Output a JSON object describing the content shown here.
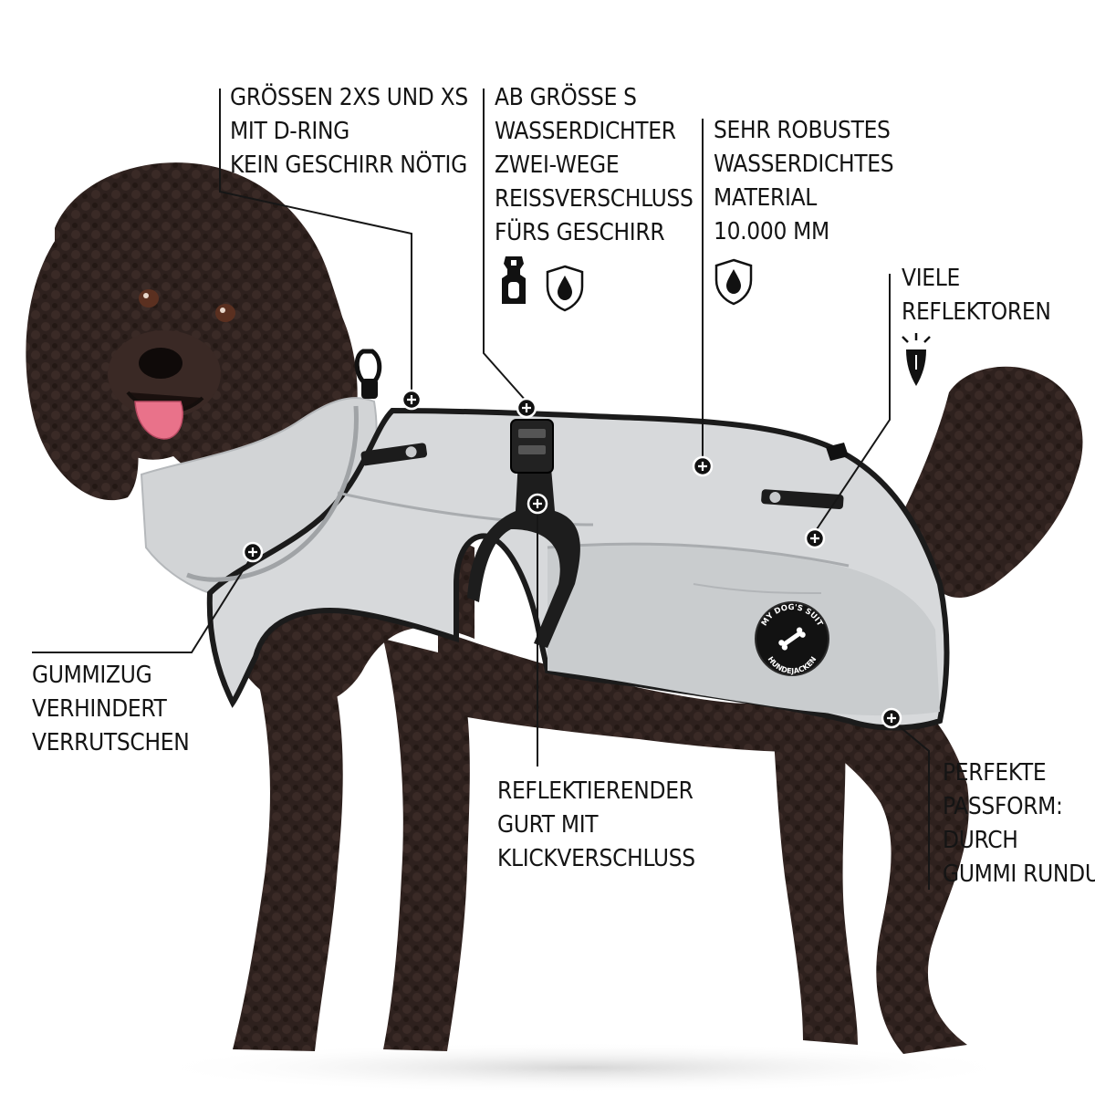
{
  "callouts": {
    "d_ring": [
      "GRÖSSEN 2XS UND XS",
      "MIT D-RING",
      "KEIN GESCHIRR NÖTIG"
    ],
    "zipper": [
      "AB GRÖSSE S",
      "WASSERDICHTER",
      "ZWEI-WEGE",
      "REISSVERSCHLUSS",
      "FÜRS GESCHIRR"
    ],
    "material": [
      "SEHR ROBUSTES",
      "WASSERDICHTES",
      "MATERIAL",
      "10.000 MM"
    ],
    "reflectors": [
      "VIELE",
      "REFLEKTOREN"
    ],
    "elastic": [
      "GUMMIZUG",
      "VERHINDERT",
      "VERRUTSCHEN"
    ],
    "strap": [
      "REFLEKTIERENDER",
      "GURT MIT",
      "KLICKVERSCHLUSS"
    ],
    "fit": [
      "PERFEKTE",
      "PASSFORM:",
      "DURCH",
      "GUMMI RUNDUM"
    ]
  },
  "icons": {
    "zipper": [
      "zipper-pull-icon",
      "water-shield-icon"
    ],
    "material": [
      "water-shield-icon"
    ],
    "reflectors": [
      "reflector-light-icon"
    ]
  },
  "badge": {
    "top_text": "MY DOG'S SUIT",
    "bottom_text": "HUNDEJACKEN"
  },
  "colors": {
    "coat": "#d7d9db",
    "coat_shadow": "#b9bcbf",
    "trim": "#1b1b1b",
    "dog_fur": "#2e211e",
    "text": "#141414",
    "hotspot": "#111111"
  }
}
